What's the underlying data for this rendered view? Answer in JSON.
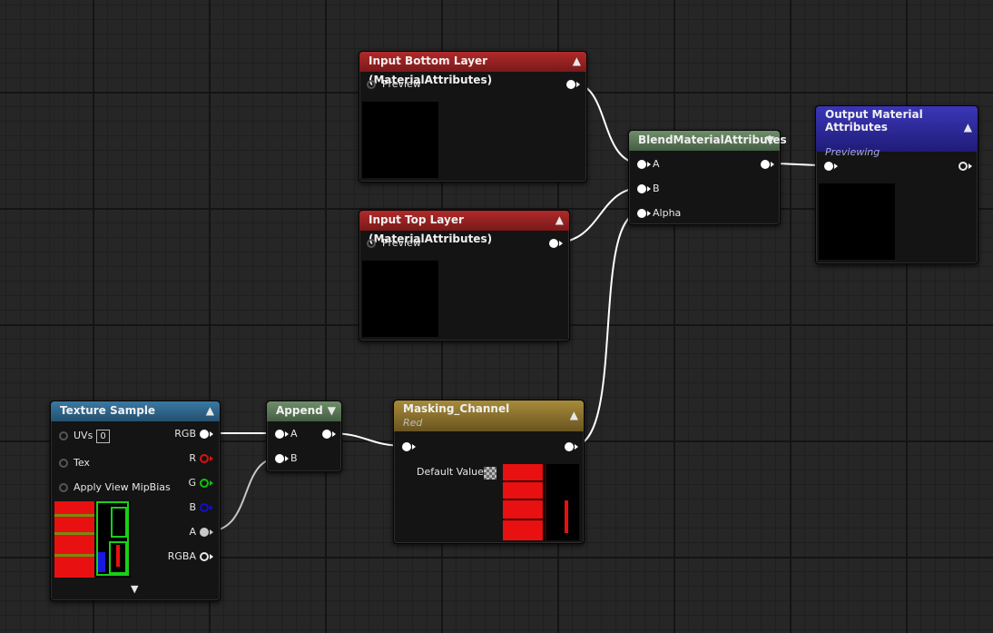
{
  "nodes": {
    "input_bottom": {
      "title": "Input Bottom Layer (MaterialAttributes)",
      "preview_label": "Preview"
    },
    "input_top": {
      "title": "Input Top Layer (MaterialAttributes)",
      "preview_label": "Preview"
    },
    "blend": {
      "title": "BlendMaterialAttributes",
      "pins": [
        "A",
        "B",
        "Alpha"
      ]
    },
    "output": {
      "title": "Output Material Attributes",
      "subtitle": "Previewing"
    },
    "texture_sample": {
      "title": "Texture Sample",
      "inputs": {
        "uvs": "UVs",
        "uvs_value": "0",
        "tex": "Tex",
        "mipbias": "Apply View MipBias"
      },
      "outputs": {
        "rgb": "RGB",
        "r": "R",
        "g": "G",
        "b": "B",
        "a": "A",
        "rgba": "RGBA"
      }
    },
    "append": {
      "title": "Append",
      "pins": [
        "A",
        "B"
      ]
    },
    "masking": {
      "title": "Masking_Channel",
      "subtitle": "Red",
      "default_label": "Default Value"
    }
  },
  "colors": {
    "header_red": "#9a2222",
    "header_green": "#5a7a56",
    "header_blue": "#2f668e",
    "header_gold": "#8e7430",
    "header_purple": "#2c28a0",
    "pin_r": "#e01010",
    "pin_g": "#10c010",
    "pin_b": "#1010d0",
    "wire": "#ffffff"
  },
  "icons": [
    "chevron-up-icon",
    "chevron-down-icon",
    "pin-circle-icon",
    "exec-triangle-icon"
  ]
}
